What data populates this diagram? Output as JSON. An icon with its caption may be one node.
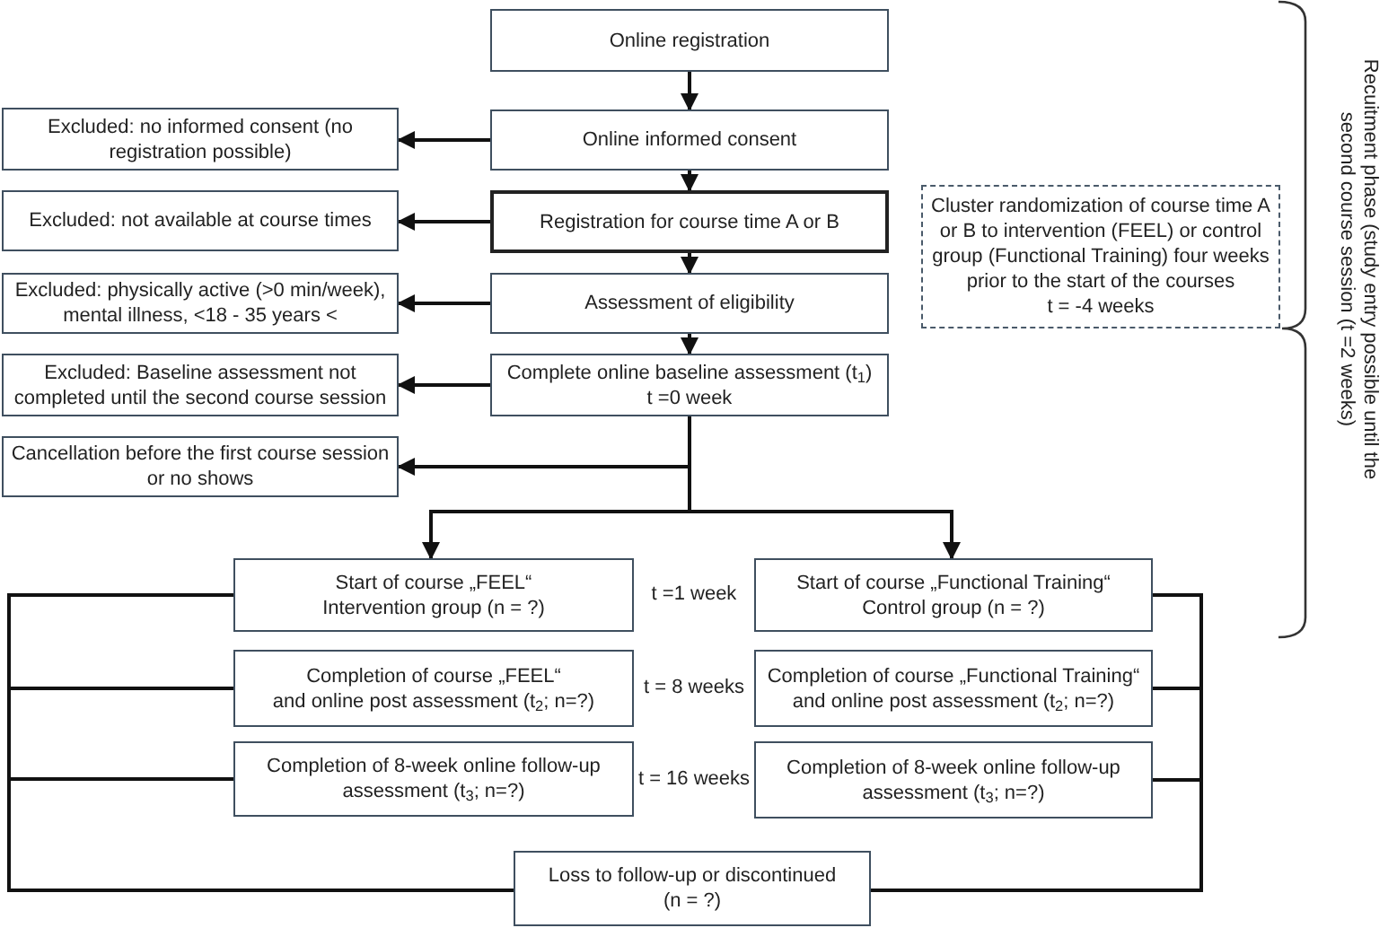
{
  "diagram": {
    "nodes": [
      {
        "text": [
          "Online registration"
        ]
      },
      {
        "text": [
          "Online informed consent"
        ]
      },
      {
        "text": [
          "Registration for course time A or B"
        ]
      },
      {
        "text": [
          "Assessment of eligibility"
        ]
      },
      {
        "text": [
          "Complete online baseline assessment (t$_{1}$)",
          "t =0 week"
        ]
      },
      {
        "text": [
          "Excluded: no informed consent (no registration possible)"
        ]
      },
      {
        "text": [
          "Excluded: not available at course times"
        ]
      },
      {
        "text": [
          "Excluded: physically active (>0 min/week), mental illness, <18 - 35 years <"
        ]
      },
      {
        "text": [
          "Excluded: Baseline assessment not completed until the second course session"
        ]
      },
      {
        "text": [
          "Cancellation before the first course session or no shows"
        ]
      },
      {
        "text": [
          "Start of course „FEEL“",
          "Intervention group (n = ?)"
        ],
        "beside": [
          "t =1 week"
        ]
      },
      {
        "text": [
          "Start of course „Functional Training“",
          "Control group (n = ?)"
        ]
      },
      {
        "text": [
          "Completion of course „FEEL“",
          "and online post assessment (t$_{2}$; n=?)"
        ],
        "beside": [
          "t = 8 weeks"
        ]
      },
      {
        "text": [
          "Completion of course „Functional Training“",
          "and online post assessment (t$_{2}$; n=?)"
        ]
      },
      {
        "text": [
          "Completion of 8-week online follow-up assessment (t$_{3}$; n=?)"
        ],
        "beside": [
          "t = 16 weeks"
        ]
      },
      {
        "text": [
          "Completion of 8-week online follow-up assessment (t$_{3}$; n=?)"
        ]
      },
      {
        "text": [
          "Loss to follow-up or discontinued",
          "(n = ?)"
        ]
      },
      {
        "text": [
          "Cluster randomization of course time A or B to intervention (FEEL) or control group (Functional Training) four weeks prior to the start of the courses",
          "t = -4 weeks"
        ]
      }
    ],
    "edges": [
      {
        "from": 0,
        "to": 1,
        "arrow": "to"
      },
      {
        "from": 1,
        "to": 5,
        "arrow": "to"
      },
      {
        "from": 1,
        "to": 2,
        "arrow": "to"
      },
      {
        "from": 2,
        "to": 6,
        "arrow": "to"
      },
      {
        "from": 2,
        "to": 3,
        "arrow": "to"
      },
      {
        "from": 3,
        "to": 7,
        "arrow": "to"
      },
      {
        "from": 3,
        "to": 4,
        "arrow": "to"
      },
      {
        "from": 4,
        "to": 8,
        "arrow": "to"
      },
      {
        "from": 4,
        "to": 9,
        "arrow": "to"
      },
      {
        "from": 4,
        "to": 10,
        "arrow": "to"
      },
      {
        "from": 4,
        "to": 11,
        "arrow": "to"
      },
      {
        "from": 10,
        "to": 16,
        "arrow": "none"
      },
      {
        "from": 12,
        "to": 16,
        "arrow": "none"
      },
      {
        "from": 14,
        "to": 16,
        "arrow": "none"
      },
      {
        "from": 11,
        "to": 16,
        "arrow": "none"
      },
      {
        "from": 13,
        "to": 16,
        "arrow": "none"
      },
      {
        "from": 15,
        "to": 16,
        "arrow": "none"
      }
    ],
    "labels": [
      "Recuitment phase (study entry possible until the second course session (t =2 weeks)"
    ]
  }
}
